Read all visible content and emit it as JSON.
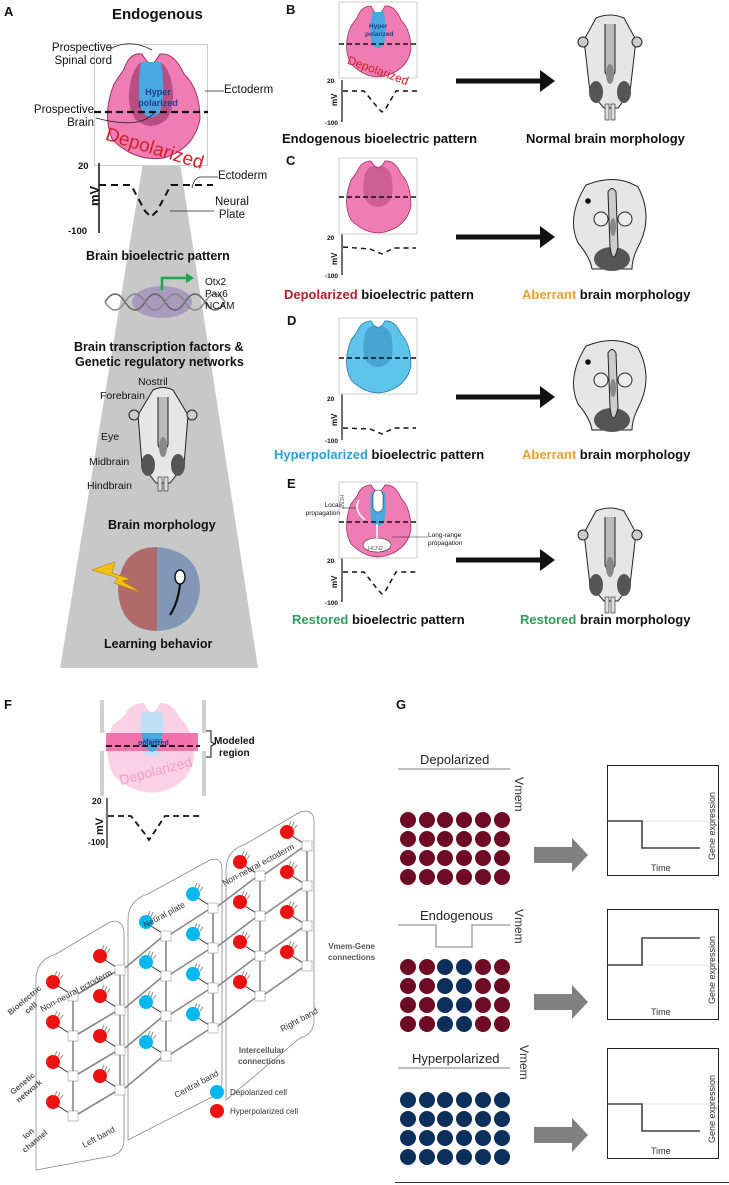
{
  "colors": {
    "depolarized_pink": "#f07cb4",
    "hyperpolarized_blue": "#4aa8e0",
    "depolarized_text_red": "#d4202a",
    "hyperpolarized_text_blue": "#2aa0d8",
    "aberrant_orange": "#e8a030",
    "restored_green": "#2e9e5a",
    "gene_arrow_green": "#1aa84a",
    "cone_gray": "#c8c8c8",
    "model_depolarized_cell": "#00b8f0",
    "model_hyperpolarized_cell": "#ee1111",
    "grid_depolarized_maroon": "#6e0a24",
    "grid_hyperpolarized_navy": "#0c2f5c",
    "learning_left": "#b06a6a",
    "learning_right": "#8296b8"
  },
  "panelA": {
    "letter": "A",
    "title": "Endogenous",
    "labels": {
      "prospective_spinal_cord": "Prospective\nSpinal cord",
      "prospective_brain": "Prospective\nBrain",
      "ectoderm": "Ectoderm",
      "hyper": "Hyper",
      "polarized": "polarized",
      "depolarized": "Depolarized",
      "ectoderm_trace": "Ectoderm",
      "neural_plate": "Neural\nPlate"
    },
    "axis": {
      "top": "20",
      "bottom": "-100",
      "unit": "mV"
    },
    "bioelectric_caption": "Brain bioelectric pattern",
    "genes": [
      "Otx2",
      "Pax6",
      "NCAM"
    ],
    "transcription_caption_1": "Brain transcription factors &",
    "transcription_caption_2": "Genetic regulatory networks",
    "anatomy": {
      "nostril": "Nostril",
      "forebrain": "Forebrain",
      "eye": "Eye",
      "midbrain": "Midbrain",
      "hindbrain": "Hindbrain"
    },
    "morphology_caption": "Brain morphology",
    "learning_caption": "Learning behavior"
  },
  "panelB": {
    "letter": "B",
    "hyper": "Hyper",
    "polarized": "polarized",
    "depolarized": "Depolarized",
    "axis": {
      "top": "20",
      "bottom": "-100",
      "unit": "mV"
    },
    "left_caption_colored": "",
    "left_caption_rest": "Endogenous bioelectric pattern",
    "right_caption_colored": "",
    "right_caption_rest": "Normal brain morphology"
  },
  "panelC": {
    "letter": "C",
    "axis": {
      "top": "20",
      "bottom": "-100",
      "unit": "mV"
    },
    "left_caption_colored": "Depolarized",
    "left_caption_rest": " bioelectric pattern",
    "right_caption_colored": "Aberrant",
    "right_caption_rest": " brain morphology"
  },
  "panelD": {
    "letter": "D",
    "axis": {
      "top": "20",
      "bottom": "-100",
      "unit": "mV"
    },
    "left_caption_colored": "Hyperpolarized",
    "left_caption_rest": " bioelectric pattern",
    "right_caption_colored": "Aberrant",
    "right_caption_rest": " brain morphology"
  },
  "panelE": {
    "letter": "E",
    "local_propagation": "Local\npropagation",
    "long_range_propagation": "Long-range\npropagation",
    "hcn2_top": "HCN2",
    "hcn2_bottom": "HCN2",
    "axis": {
      "top": "20",
      "bottom": "-100",
      "unit": "mV"
    },
    "left_caption_colored": "Restored",
    "left_caption_rest": " bioelectric pattern",
    "right_caption_colored": "Restored",
    "right_caption_rest": " brain morphology"
  },
  "panelF": {
    "letter": "F",
    "modeled_region": "Modeled\nregion",
    "hyper": "Hyper",
    "polarized": "polarized",
    "depolarized": "Depolarized",
    "axis": {
      "top": "20",
      "bottom": "-100",
      "unit": "mV"
    },
    "band_labels": {
      "non_neural_left": "Non-neural ectoderm",
      "neural_plate": "Neural plate",
      "non_neural_right": "Non-neural ectoderm",
      "left_band": "Left band",
      "central_band": "Central band",
      "right_band": "Right band"
    },
    "annotations": {
      "bioelectric_cell": "Bioelectric\ncell",
      "genetic_network": "Genetic\nnetwork",
      "ion_channel": "Ion\nchannel",
      "vmem_gene": "Vmem-Gene\nconnections",
      "intercellular": "Intercellular\nconnections"
    },
    "legend": [
      {
        "label": "Depolarized cell",
        "color": "#00b8f0"
      },
      {
        "label": "Hyperpolarized cell",
        "color": "#ee1111"
      }
    ]
  },
  "panelG": {
    "letter": "G",
    "vmem_label": "Vmem",
    "gene_expression_label": "Gene expression",
    "time_label": "Time",
    "rows": [
      {
        "title": "Depolarized",
        "pattern": [
          "M",
          "M",
          "M",
          "M",
          "M",
          "M"
        ],
        "gene_step": "down"
      },
      {
        "title": "Endogenous",
        "pattern": [
          "M",
          "M",
          "N",
          "N",
          "M",
          "M"
        ],
        "gene_step": "up"
      },
      {
        "title": "Hyperpolarized",
        "pattern": [
          "N",
          "N",
          "N",
          "N",
          "N",
          "N"
        ],
        "gene_step": "down"
      }
    ]
  }
}
